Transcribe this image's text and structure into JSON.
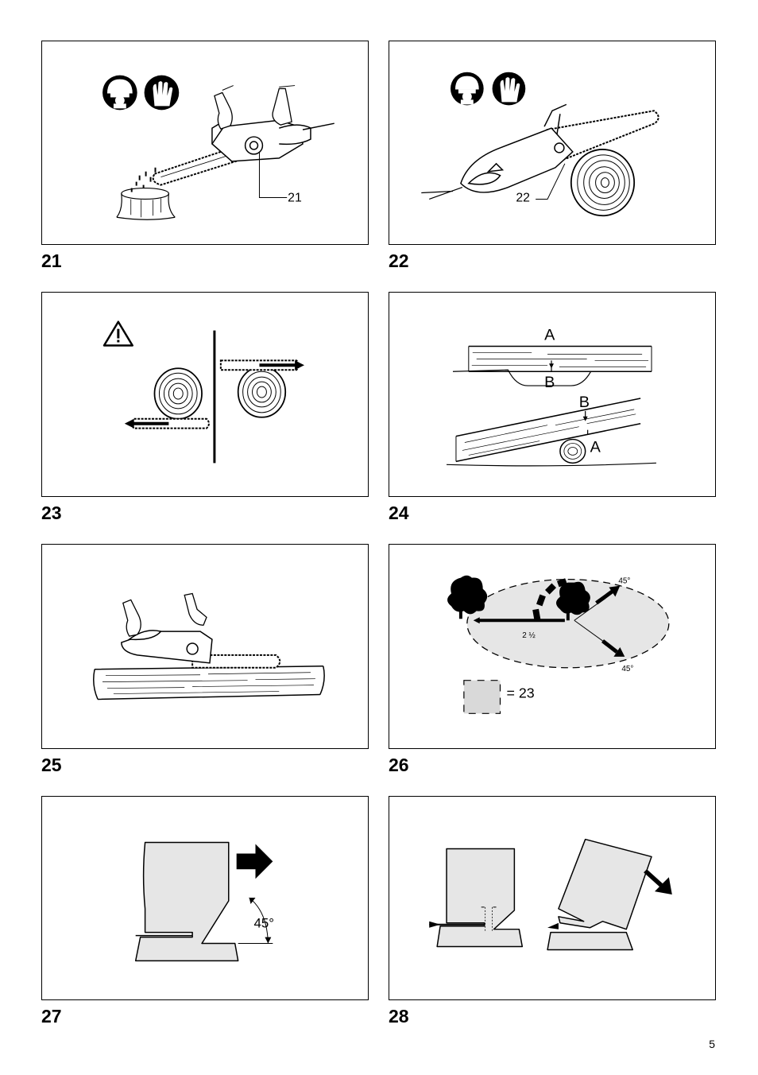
{
  "figures": [
    {
      "number": "21",
      "callouts": [
        "21"
      ]
    },
    {
      "number": "22",
      "callouts": [
        "22"
      ]
    },
    {
      "number": "23",
      "callouts": []
    },
    {
      "number": "24",
      "callouts": [
        "A",
        "B",
        "B",
        "A"
      ]
    },
    {
      "number": "25",
      "callouts": []
    },
    {
      "number": "26",
      "callouts": [
        "2 ½",
        "45°",
        "45°",
        "= 23"
      ]
    },
    {
      "number": "27",
      "callouts": [
        "45°"
      ]
    },
    {
      "number": "28",
      "callouts": []
    }
  ],
  "icons": [
    "helmet-face-protection-icon",
    "gloves-icon",
    "warning-triangle-icon"
  ],
  "page_number": "5"
}
